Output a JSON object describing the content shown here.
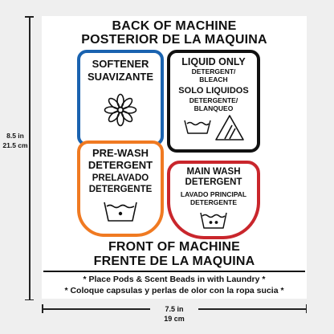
{
  "dimensions": {
    "height_inches": "8.5 in",
    "height_cm": "21.5 cm",
    "width_inches": "7.5 in",
    "width_cm": "19 cm"
  },
  "label": {
    "header_line1": "BACK OF MACHINE",
    "header_line2": "POSTERIOR DE LA MAQUINA",
    "footer_line1": "FRONT OF MACHINE",
    "footer_line2": "FRENTE DE LA MAQUINA",
    "note_line1": "* Place Pods & Scent Beads in with Laundry *",
    "note_line2": "* Coloque capsulas y perlas de olor con la ropa sucia *"
  },
  "compartments": {
    "softener": {
      "title_en": "SOFTENER",
      "title_es": "SUAVIZANTE",
      "color": "#1a63b0",
      "icon": "flower-icon"
    },
    "liquid": {
      "title_en": "LIQUID ONLY",
      "sub_en": "DETERGENT/",
      "sub_en2": "BLEACH",
      "title_es": "SOLO LIQUIDOS",
      "sub_es": "DETERGENTE/",
      "sub_es2": "BLANQUEO",
      "color": "#111111",
      "icons": [
        "wash-tub-icon",
        "bleach-triangle-icon"
      ]
    },
    "prewash": {
      "title_en": "PRE-WASH",
      "title_en2": "DETERGENT",
      "title_es": "PRELAVADO",
      "title_es2": "DETERGENTE",
      "color": "#f07a22",
      "icon": "wash-tub-one-dot-icon"
    },
    "mainwash": {
      "title_en": "MAIN WASH",
      "title_en2": "DETERGENT",
      "title_es": "LAVADO PRINCIPAL",
      "title_es2": "DETERGENTE",
      "color": "#c9262c",
      "icon": "wash-tub-two-dots-icon"
    }
  }
}
